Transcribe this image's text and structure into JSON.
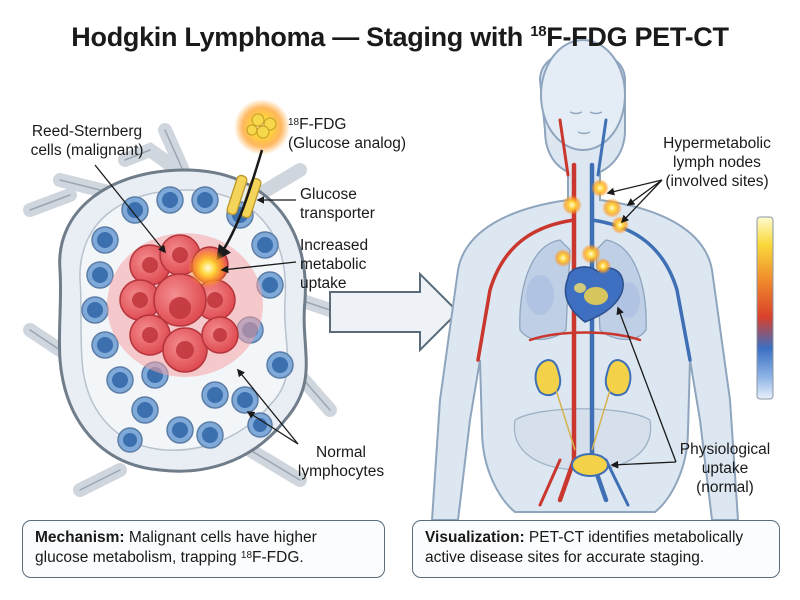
{
  "title": {
    "prefix": "Hodgkin Lymphoma — Staging with ",
    "sup": "18",
    "suffix": "F-FDG PET-CT"
  },
  "labels": {
    "reed_sternberg": [
      "Reed-Sternberg",
      "cells (malignant)"
    ],
    "fdg": {
      "sup": "18",
      "l1": "F-FDG",
      "l2": "(Glucose analog)"
    },
    "glucose_transporter": [
      "Glucose",
      "transporter"
    ],
    "uptake": [
      "Increased",
      "metabolic",
      "uptake"
    ],
    "normal_lymphocytes": [
      "Normal",
      "lymphocytes"
    ],
    "hypermetabolic": [
      "Hypermetabolic",
      "lymph nodes",
      "(involved sites)"
    ],
    "physiological": [
      "Physiological",
      "uptake",
      "(normal)"
    ]
  },
  "mechanism": {
    "heading": "Mechanism:",
    "text1": " Malignant cells have higher",
    "text2": "glucose metabolism, trapping ",
    "sup": "18",
    "text3": "F-FDG."
  },
  "visualization": {
    "heading": "Visualization:",
    "text1": " PET-CT identifies metabolically",
    "text2": "active disease sites for accurate staging."
  },
  "colors": {
    "malignant": "#e7575c",
    "lymphocyte": "#4f86c6",
    "fdg_glow": "#f6d32c",
    "artery": "#c9372e",
    "vein": "#3f6fb4",
    "body_fill": "#dde8f3"
  },
  "colorbar": {
    "top": "#fff7a6",
    "mid": "#e0452a",
    "bottom": "#3a72c4"
  }
}
